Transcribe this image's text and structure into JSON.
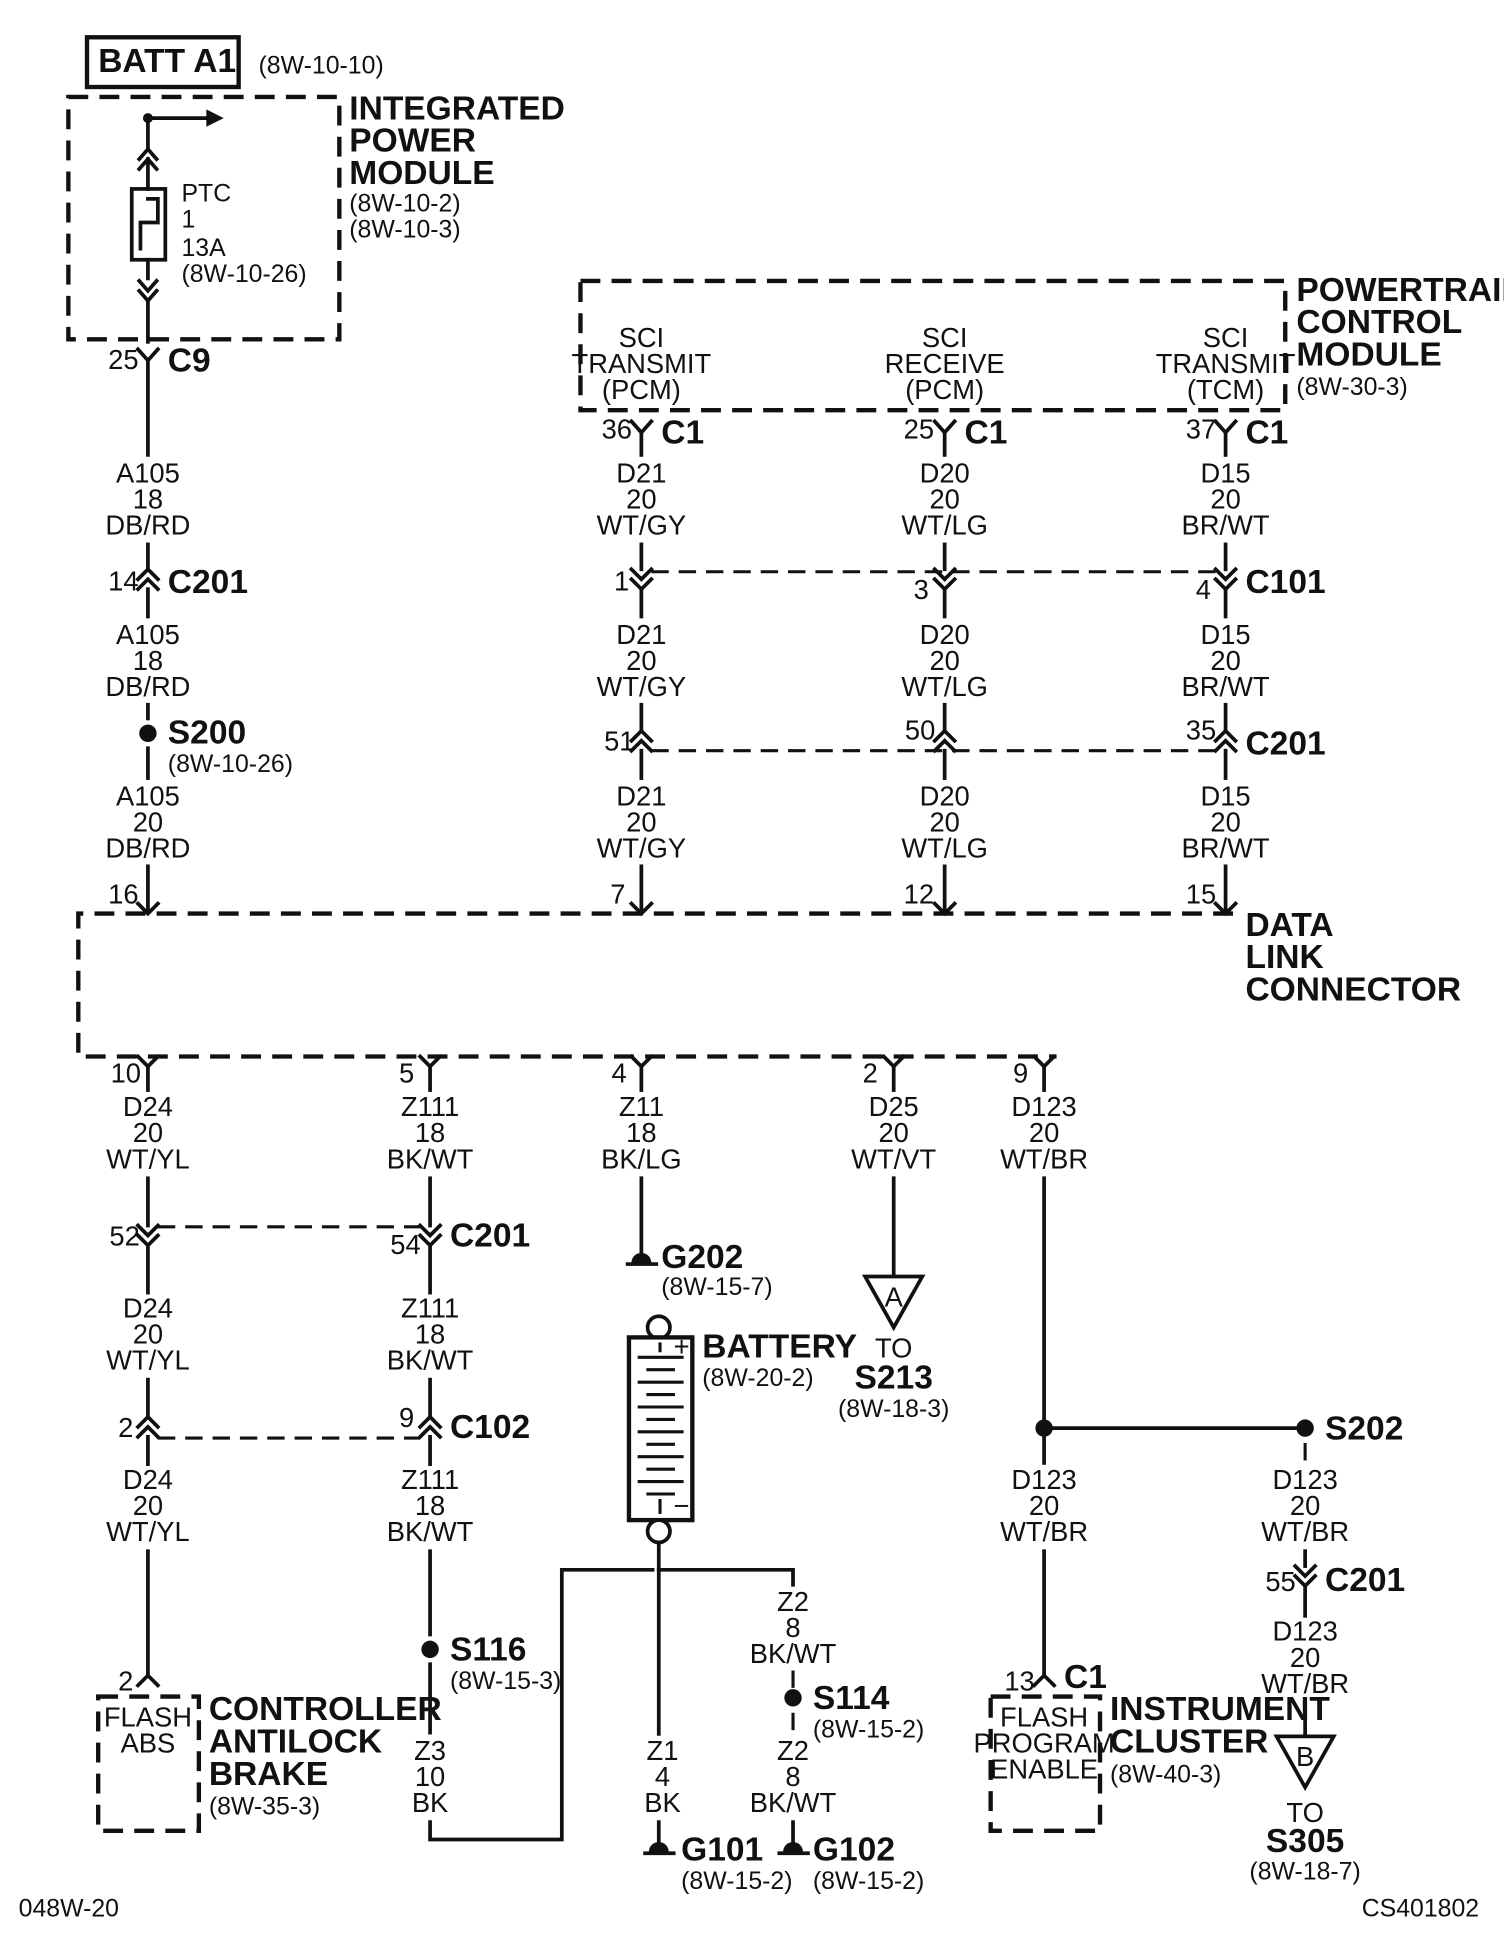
{
  "power": {
    "batt_label": "BATT A1",
    "batt_ref": "(8W-10-10)",
    "ipm_name": [
      "INTEGRATED",
      "POWER",
      "MODULE"
    ],
    "ipm_refs": [
      "(8W-10-2)",
      "(8W-10-3)"
    ],
    "ptc": [
      "PTC",
      "1",
      "13A",
      "(8W-10-26)"
    ],
    "c9": {
      "pin": "25",
      "name": "C9"
    },
    "wire_a105_top": [
      "A105",
      "18",
      "DB/RD"
    ],
    "c201": {
      "pin": "14",
      "name": "C201"
    },
    "wire_a105_mid": [
      "A105",
      "18",
      "DB/RD"
    ],
    "s200": {
      "name": "S200",
      "ref": "(8W-10-26)"
    },
    "wire_a105_bot": [
      "A105",
      "20",
      "DB/RD"
    ]
  },
  "pcm": {
    "name": [
      "POWERTRAIN",
      "CONTROL",
      "MODULE"
    ],
    "ref": "(8W-30-3)",
    "ports": [
      {
        "lines": [
          "SCI",
          "TRANSMIT",
          "(PCM)"
        ],
        "pin": "36",
        "conn": "C1"
      },
      {
        "lines": [
          "SCI",
          "RECEIVE",
          "(PCM)"
        ],
        "pin": "25",
        "conn": "C1"
      },
      {
        "lines": [
          "SCI",
          "TRANSMIT",
          "(TCM)"
        ],
        "pin": "37",
        "conn": "C1"
      }
    ],
    "wires_top": [
      [
        "D21",
        "20",
        "WT/GY"
      ],
      [
        "D20",
        "20",
        "WT/LG"
      ],
      [
        "D15",
        "20",
        "BR/WT"
      ]
    ],
    "c101": {
      "pins": [
        "1",
        "3",
        "4"
      ],
      "name": "C101"
    },
    "wires_mid": [
      [
        "D21",
        "20",
        "WT/GY"
      ],
      [
        "D20",
        "20",
        "WT/LG"
      ],
      [
        "D15",
        "20",
        "BR/WT"
      ]
    ],
    "c201": {
      "pins": [
        "51",
        "50",
        "35"
      ],
      "name": "C201"
    },
    "wires_bot": [
      [
        "D21",
        "20",
        "WT/GY"
      ],
      [
        "D20",
        "20",
        "WT/LG"
      ],
      [
        "D15",
        "20",
        "BR/WT"
      ]
    ]
  },
  "dlc": {
    "name": [
      "DATA",
      "LINK",
      "CONNECTOR"
    ],
    "top_pins": [
      "16",
      "7",
      "12",
      "15"
    ],
    "bottom_pins": [
      "10",
      "5",
      "4",
      "2",
      "9"
    ]
  },
  "lower": {
    "wires_dlc": [
      [
        "D24",
        "20",
        "WT/YL"
      ],
      [
        "Z111",
        "18",
        "BK/WT"
      ],
      [
        "Z11",
        "18",
        "BK/LG"
      ],
      [
        "D25",
        "20",
        "WT/VT"
      ],
      [
        "D123",
        "20",
        "WT/BR"
      ]
    ],
    "c201": {
      "pins": [
        "52",
        "54"
      ],
      "name": "C201"
    },
    "wires_mid": [
      [
        "D24",
        "20",
        "WT/YL"
      ],
      [
        "Z111",
        "18",
        "BK/WT"
      ]
    ],
    "c102": {
      "pins": [
        "2",
        "9"
      ],
      "name": "C102"
    },
    "wires_low": [
      [
        "D24",
        "20",
        "WT/YL"
      ],
      [
        "Z111",
        "18",
        "BK/WT"
      ]
    ],
    "g202": {
      "name": "G202",
      "ref": "(8W-15-7)"
    },
    "battery": {
      "name": "BATTERY",
      "ref": "(8W-20-2)",
      "plus": "+",
      "minus": "−"
    },
    "offpage_a": {
      "letter": "A",
      "to": "TO",
      "name": "S213",
      "ref": "(8W-18-3)"
    },
    "s116": {
      "name": "S116",
      "ref": "(8W-15-3)"
    },
    "wire_z3": [
      "Z3",
      "10",
      "BK"
    ],
    "wire_z1": [
      "Z1",
      "4",
      "BK"
    ],
    "wire_z2_top": [
      "Z2",
      "8",
      "BK/WT"
    ],
    "s114": {
      "name": "S114",
      "ref": "(8W-15-2)"
    },
    "wire_z2_bot": [
      "Z2",
      "8",
      "BK/WT"
    ],
    "g101": {
      "name": "G101",
      "ref": "(8W-15-2)"
    },
    "g102": {
      "name": "G102",
      "ref": "(8W-15-2)"
    },
    "abs": {
      "pin": "2",
      "inner": [
        "FLASH",
        "ABS"
      ],
      "name": [
        "CONTROLLER",
        "ANTILOCK",
        "BRAKE"
      ],
      "ref": "(8W-35-3)"
    },
    "s202": {
      "name": "S202"
    },
    "wire_d123_left": [
      "D123",
      "20",
      "WT/BR"
    ],
    "wire_d123_right": [
      "D123",
      "20",
      "WT/BR"
    ],
    "c201_55": {
      "pin": "55",
      "name": "C201"
    },
    "wire_d123_low": [
      "D123",
      "20",
      "WT/BR"
    ],
    "cluster": {
      "pin": "13",
      "conn": "C1",
      "inner": [
        "FLASH",
        "PROGRAM",
        "ENABLE"
      ],
      "name": [
        "INSTRUMENT",
        "CLUSTER"
      ],
      "ref": "(8W-40-3)"
    },
    "offpage_b": {
      "letter": "B",
      "to": "TO",
      "name": "S305",
      "ref": "(8W-18-7)"
    }
  },
  "footer": {
    "left": "048W-20",
    "right": "CS401802"
  }
}
